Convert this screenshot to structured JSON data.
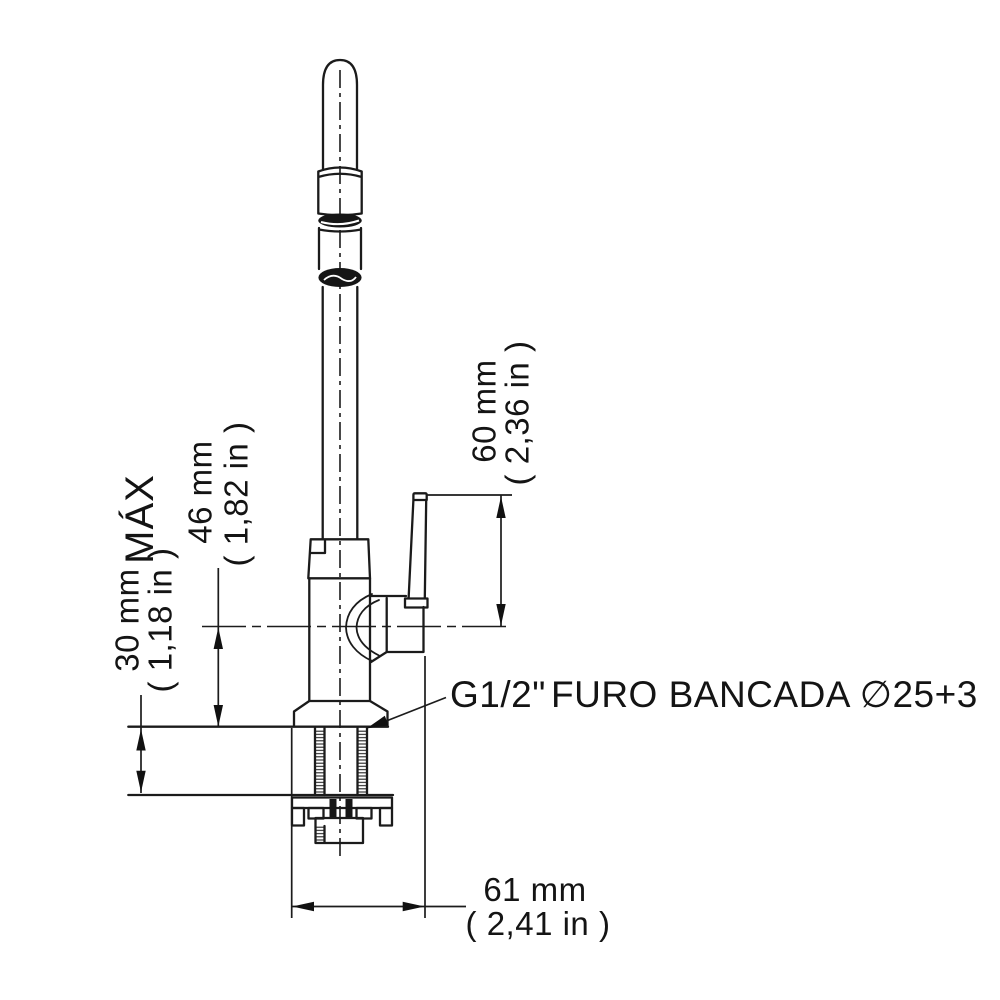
{
  "drawing": {
    "background": "#ffffff",
    "line_color": "#1b1b1b",
    "text_color": "#141414"
  },
  "dimensions": {
    "handle_height_above_center": {
      "mm": "60 mm",
      "inch": "( 2,36 in )"
    },
    "center_height_above_deck": {
      "mm": "46 mm",
      "inch": "( 1,82 in )"
    },
    "deck_thickness": {
      "qualifier": "MÁX",
      "mm": "30 mm",
      "inch": "( 1,18 in )"
    },
    "base_span": {
      "mm": "61 mm",
      "inch": "( 2,41 in )"
    }
  },
  "callout": {
    "thread_size": "G1/2\"",
    "bench_hole_note": "FURO BANCADA ∅25+3"
  }
}
